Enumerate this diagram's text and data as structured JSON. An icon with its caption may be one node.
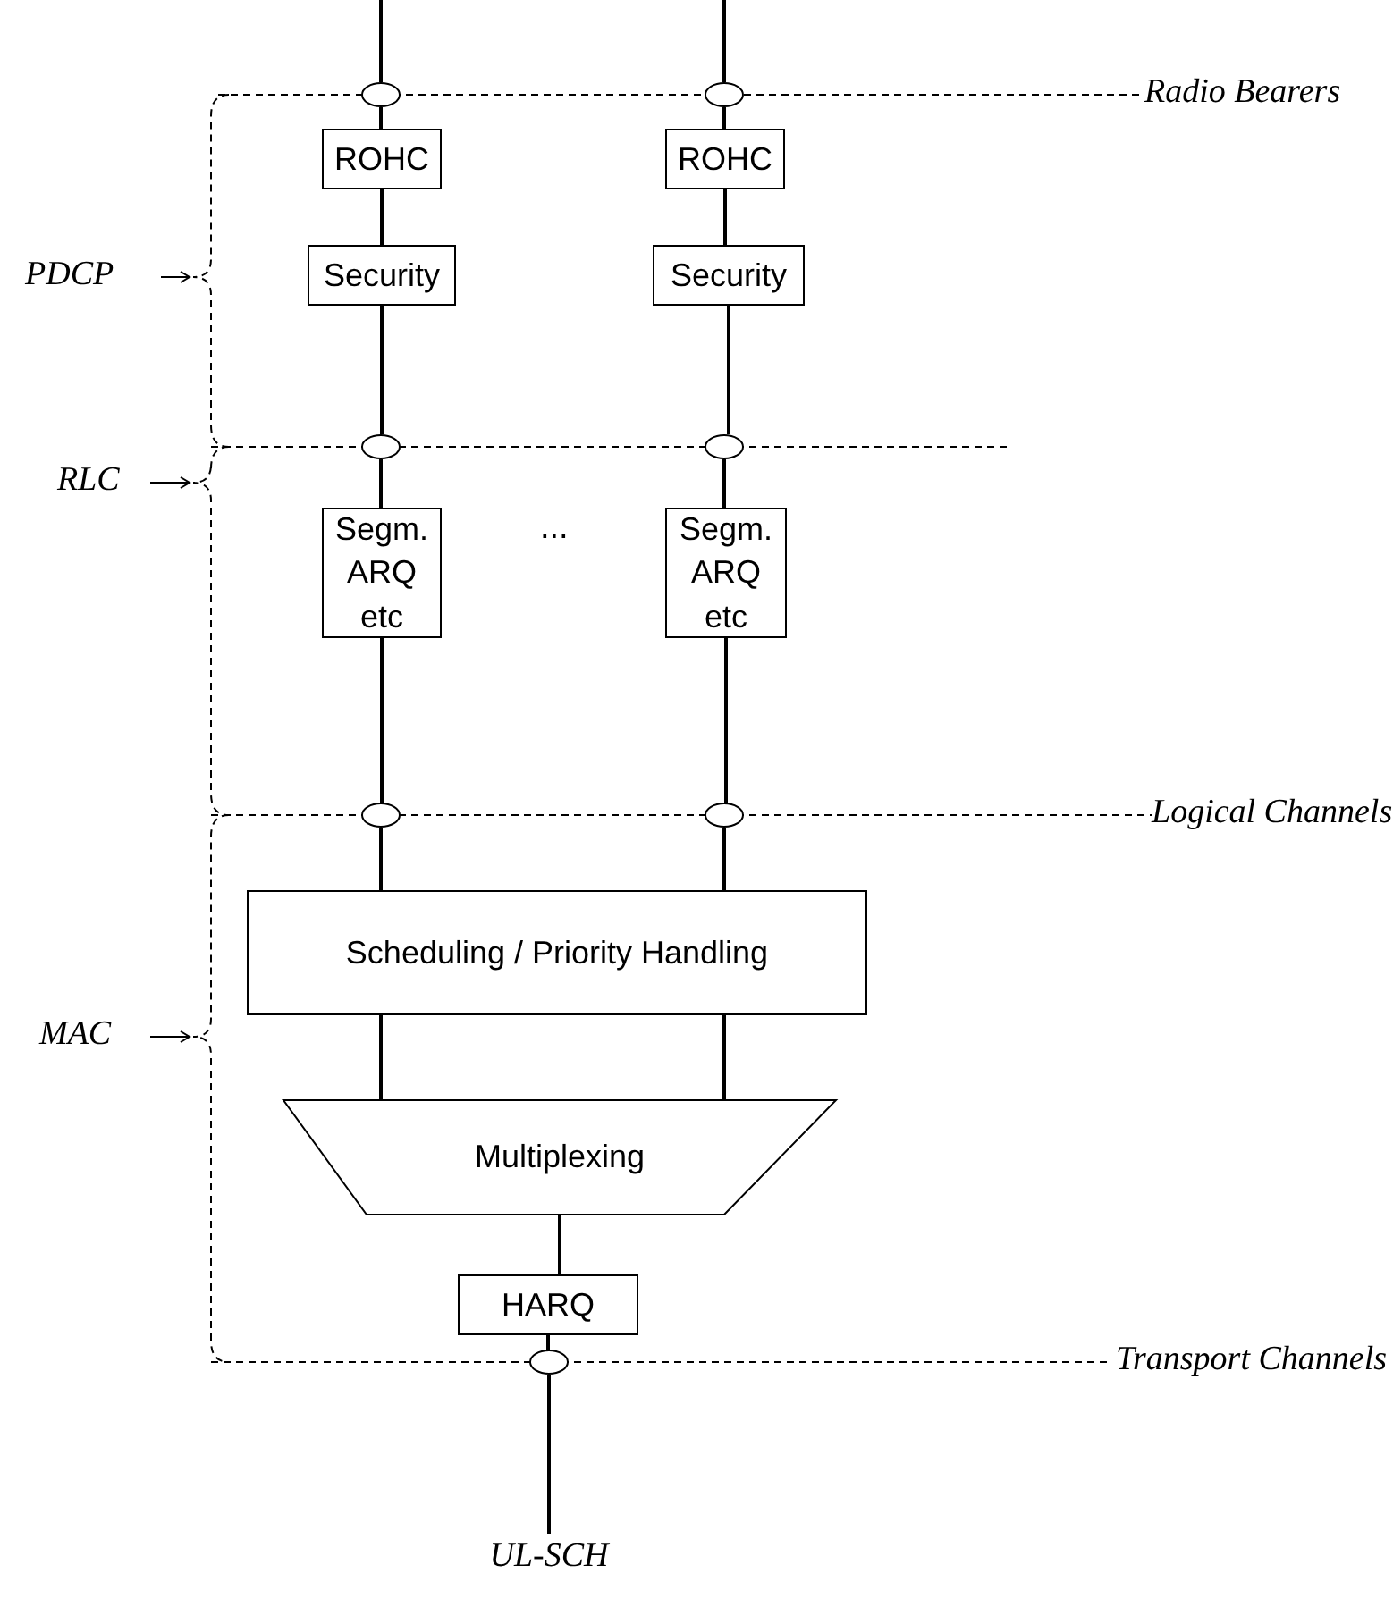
{
  "diagram": {
    "nodes": [
      {
        "text": [],
        "shape": "ellipse"
      },
      {
        "text": [],
        "shape": "ellipse"
      },
      {
        "text": [
          "ROHC"
        ]
      },
      {
        "text": [
          "ROHC"
        ]
      },
      {
        "text": [
          "Security"
        ]
      },
      {
        "text": [
          "Security"
        ]
      },
      {
        "text": [],
        "shape": "ellipse"
      },
      {
        "text": [],
        "shape": "ellipse"
      },
      {
        "text": [
          "Segm. ARQ etc"
        ]
      },
      {
        "text": [
          "Segm. ARQ etc"
        ]
      },
      {
        "text": [],
        "shape": "ellipse"
      },
      {
        "text": [],
        "shape": "ellipse"
      },
      {
        "text": [
          "Scheduling / Priority Handling"
        ]
      },
      {
        "text": [
          "Multiplexing"
        ]
      },
      {
        "text": [
          "HARQ"
        ]
      },
      {
        "text": [],
        "shape": "ellipse"
      },
      {
        "text": [
          "UL-SCH"
        ]
      }
    ],
    "edges": [
      {
        "from": null,
        "to": 0,
        "arrow": "none"
      },
      {
        "from": null,
        "to": 1,
        "arrow": "none"
      },
      {
        "from": 0,
        "to": 2,
        "arrow": "none"
      },
      {
        "from": 1,
        "to": 3,
        "arrow": "none"
      },
      {
        "from": 2,
        "to": 4,
        "arrow": "none"
      },
      {
        "from": 3,
        "to": 5,
        "arrow": "none"
      },
      {
        "from": 4,
        "to": 6,
        "arrow": "none"
      },
      {
        "from": 5,
        "to": 7,
        "arrow": "none"
      },
      {
        "from": 6,
        "to": 8,
        "arrow": "none"
      },
      {
        "from": 7,
        "to": 9,
        "arrow": "none"
      },
      {
        "from": 8,
        "to": 10,
        "arrow": "none"
      },
      {
        "from": 9,
        "to": 11,
        "arrow": "none"
      },
      {
        "from": 10,
        "to": 12,
        "arrow": "none"
      },
      {
        "from": 11,
        "to": 12,
        "arrow": "none"
      },
      {
        "from": 12,
        "to": 13,
        "arrow": "none"
      },
      {
        "from": 12,
        "to": 13,
        "arrow": "none"
      },
      {
        "from": 13,
        "to": 14,
        "arrow": "none"
      },
      {
        "from": 14,
        "to": 15,
        "arrow": "none"
      },
      {
        "from": 15,
        "to": 16,
        "arrow": "none"
      }
    ],
    "labels": [
      "Radio Bearers",
      "PDCP",
      "RLC",
      "...",
      "Logical Channels",
      "MAC",
      "Transport Channels"
    ]
  }
}
